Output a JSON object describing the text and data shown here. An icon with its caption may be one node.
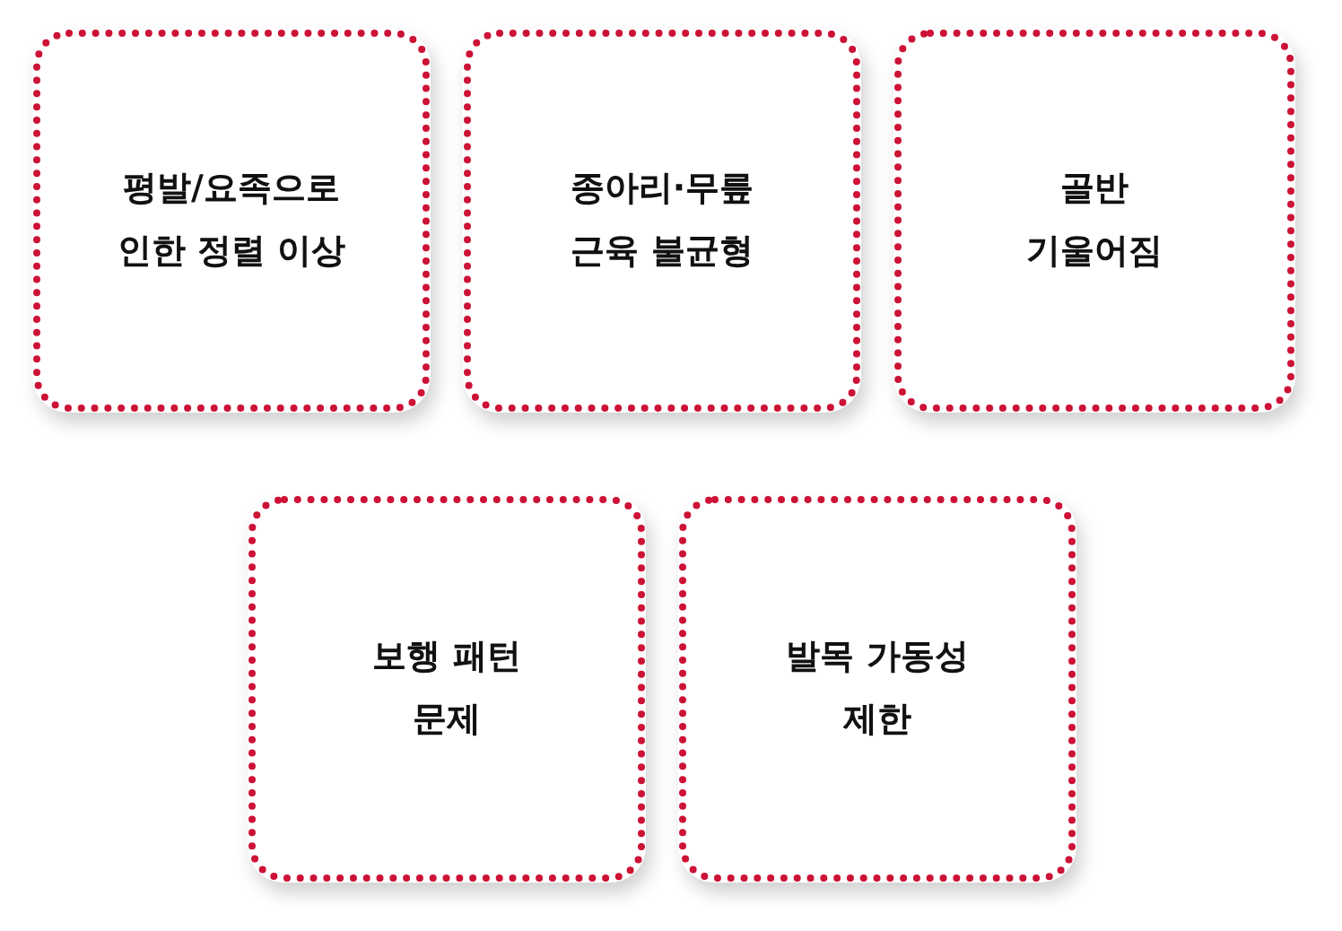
{
  "diagram": {
    "nodes": [
      {
        "text": [
          "평발/요족으로 인한 정렬 이상"
        ]
      },
      {
        "text": [
          "종아리·무릎 근육 불균형"
        ]
      },
      {
        "text": [
          "골반 기울어짐"
        ]
      },
      {
        "text": [
          "보행 패턴 문제"
        ]
      },
      {
        "text": [
          "발목 가동성 제한"
        ]
      }
    ]
  }
}
